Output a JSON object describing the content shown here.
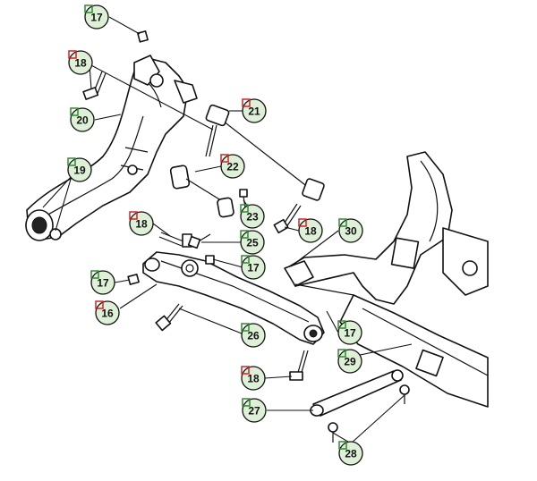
{
  "diagram": {
    "callouts": [
      {
        "id": "c17a",
        "number": "17",
        "ring": "green",
        "fill": "#dff0d8"
      },
      {
        "id": "c18a",
        "number": "18",
        "ring": "red",
        "fill": "#dff0d8"
      },
      {
        "id": "c20",
        "number": "20",
        "ring": "green",
        "fill": "#dff0d8"
      },
      {
        "id": "c19",
        "number": "19",
        "ring": "green",
        "fill": "#dff0d8"
      },
      {
        "id": "c21",
        "number": "21",
        "ring": "red",
        "fill": "#dff0d8"
      },
      {
        "id": "c22",
        "number": "22",
        "ring": "red",
        "fill": "#dff0d8"
      },
      {
        "id": "c23",
        "number": "23",
        "ring": "green",
        "fill": "#dff0d8"
      },
      {
        "id": "c18b",
        "number": "18",
        "ring": "red",
        "fill": "#dff0d8"
      },
      {
        "id": "c18c",
        "number": "18",
        "ring": "red",
        "fill": "#dff0d8"
      },
      {
        "id": "c25",
        "number": "25",
        "ring": "green",
        "fill": "#dff0d8"
      },
      {
        "id": "c17b",
        "number": "17",
        "ring": "green",
        "fill": "#dff0d8"
      },
      {
        "id": "c30",
        "number": "30",
        "ring": "green",
        "fill": "#dff0d8"
      },
      {
        "id": "c17c",
        "number": "17",
        "ring": "green",
        "fill": "#dff0d8"
      },
      {
        "id": "c16",
        "number": "16",
        "ring": "red",
        "fill": "#dff0d8"
      },
      {
        "id": "c26",
        "number": "26",
        "ring": "green",
        "fill": "#dff0d8"
      },
      {
        "id": "c17d",
        "number": "17",
        "ring": "green",
        "fill": "#dff0d8"
      },
      {
        "id": "c29",
        "number": "29",
        "ring": "green",
        "fill": "#dff0d8"
      },
      {
        "id": "c18d",
        "number": "18",
        "ring": "red",
        "fill": "#dff0d8"
      },
      {
        "id": "c27",
        "number": "27",
        "ring": "green",
        "fill": "#dff0d8"
      },
      {
        "id": "c28",
        "number": "28",
        "ring": "green",
        "fill": "#dff0d8"
      }
    ],
    "colors": {
      "ring_green": "#2e8b2e",
      "ring_red": "#c62828",
      "line": "#111111",
      "background": "#ffffff"
    }
  }
}
